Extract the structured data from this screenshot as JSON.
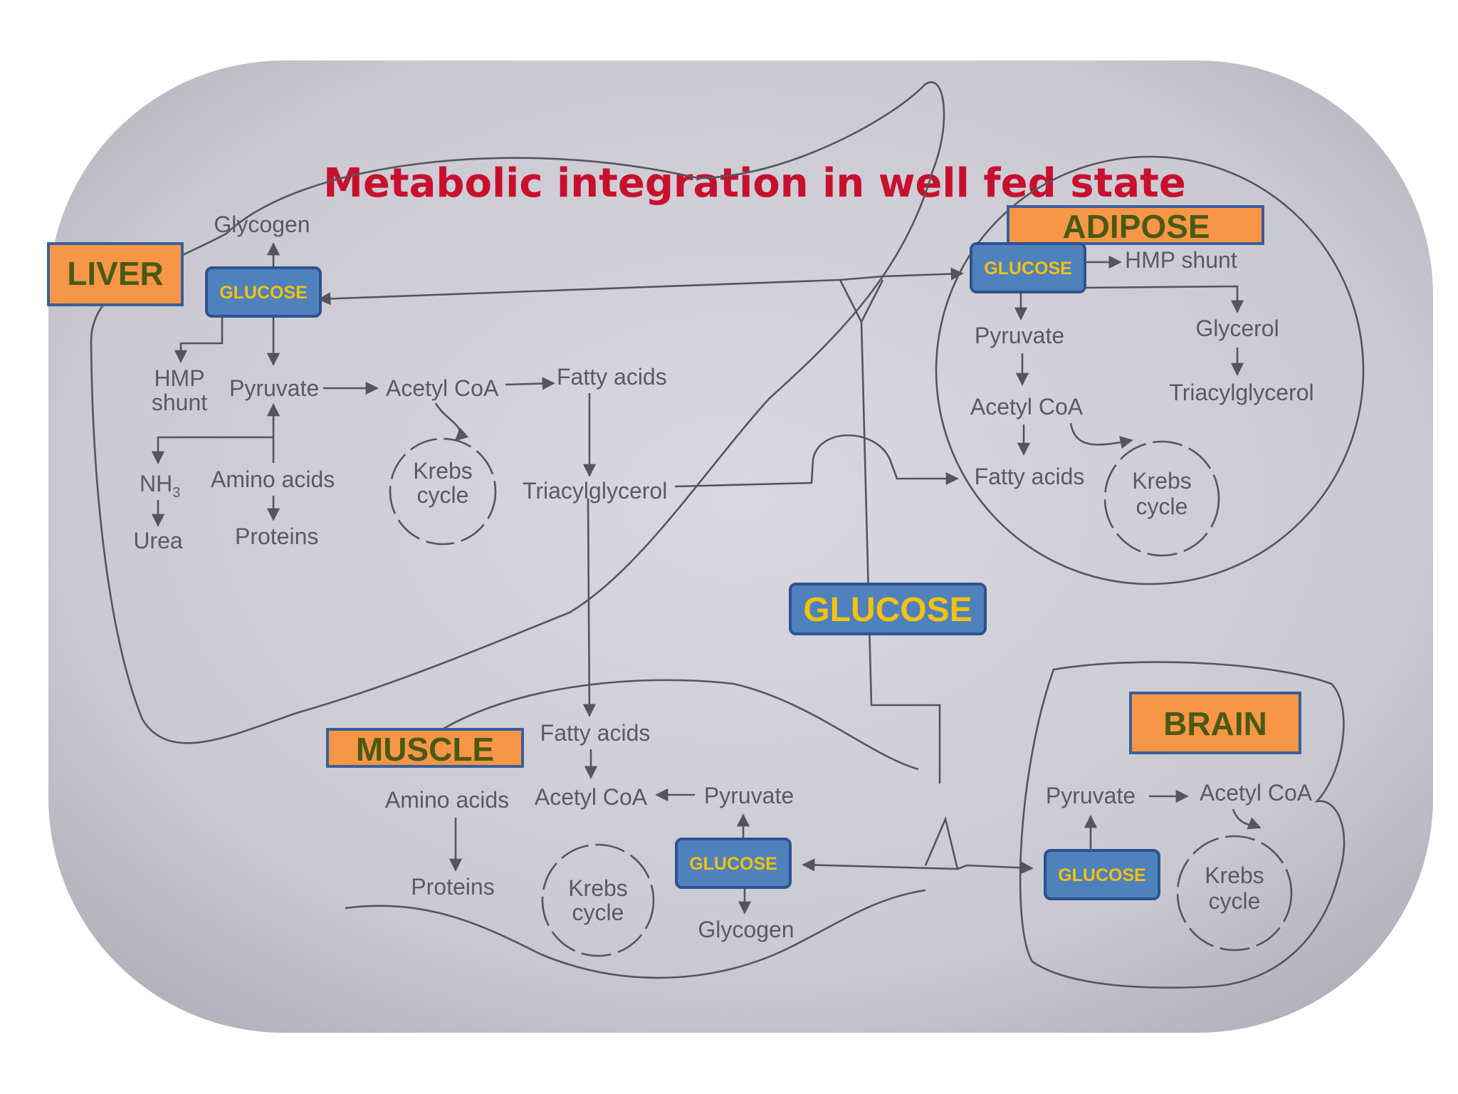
{
  "title": "Metabolic integration in well fed state",
  "organs": {
    "liver": "LIVER",
    "adipose": "ADIPOSE",
    "muscle": "MUSCLE",
    "brain": "BRAIN"
  },
  "glucose_label": "GLUCOSE",
  "central_glucose": "GLUCOSE",
  "liver": {
    "glycogen": "Glycogen",
    "hmp_1": "HMP",
    "hmp_2": "shunt",
    "pyruvate": "Pyruvate",
    "acetyl_coa": "Acetyl CoA",
    "fatty_acids": "Fatty acids",
    "nh3": "NH",
    "nh3_sub": "3",
    "amino_acids": "Amino acids",
    "urea": "Urea",
    "proteins": "Proteins",
    "triacylglycerol": "Triacylglycerol",
    "krebs_1": "Krebs",
    "krebs_2": "cycle"
  },
  "adipose": {
    "hmp_shunt": "HMP shunt",
    "pyruvate": "Pyruvate",
    "glycerol": "Glycerol",
    "acetyl_coa": "Acetyl CoA",
    "triacylglycerol": "Triacylglycerol",
    "fatty_acids": "Fatty acids",
    "krebs_1": "Krebs",
    "krebs_2": "cycle"
  },
  "muscle": {
    "fatty_acids": "Fatty acids",
    "amino_acids": "Amino acids",
    "acetyl_coa": "Acetyl CoA",
    "pyruvate": "Pyruvate",
    "proteins": "Proteins",
    "glycogen": "Glycogen",
    "krebs_1": "Krebs",
    "krebs_2": "cycle"
  },
  "brain": {
    "pyruvate": "Pyruvate",
    "acetyl_coa": "Acetyl CoA",
    "krebs_1": "Krebs",
    "krebs_2": "cycle"
  },
  "colors": {
    "title": "#c8102e",
    "organ_box_fill": "#f79646",
    "organ_text": "#4a5a14",
    "glucose_box_fill": "#4f81bd",
    "glucose_text": "#f4c20d",
    "background_gray": "#c9c8d1"
  }
}
